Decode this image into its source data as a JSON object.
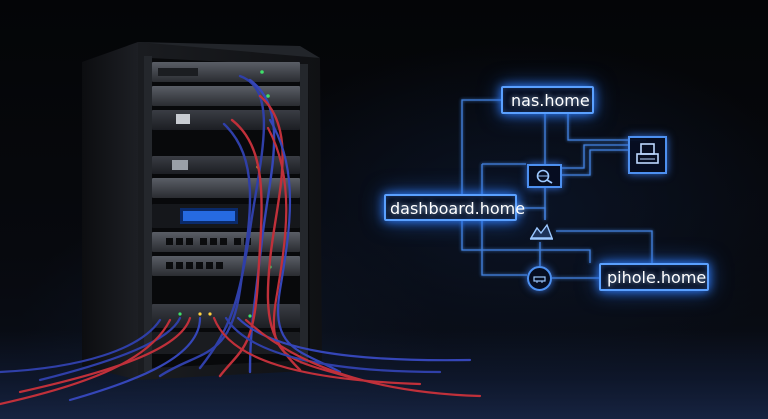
{
  "labels": {
    "nas": "nas.home",
    "dashboard": "dashboard.home",
    "pihole": "pihole.home"
  },
  "icons": {
    "top_right_node": "printer-icon",
    "search_node": "search-icon",
    "chart_node": "chart-icon",
    "router_node": "router-icon"
  },
  "colors": {
    "glow_blue": "#3f8cff",
    "cable_red": "#c0303a",
    "cable_blue": "#2f3fa8",
    "rack_body": "#141518"
  }
}
